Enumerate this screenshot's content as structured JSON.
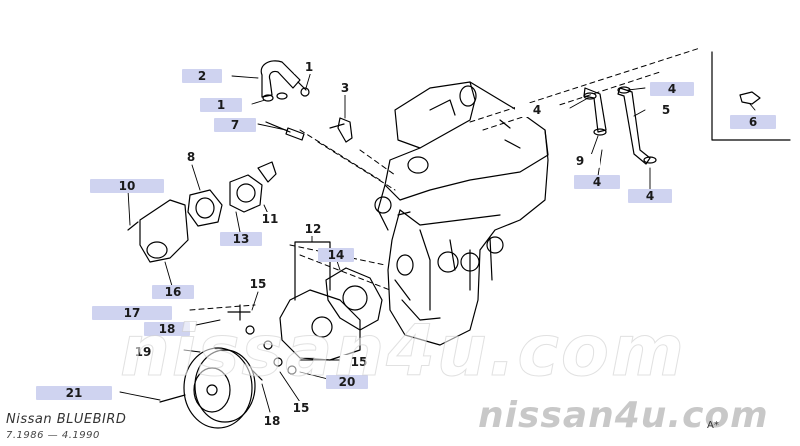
{
  "title": {
    "model": "Nissan BLUEBIRD",
    "years": "7.1986 — 4.1990"
  },
  "watermark": {
    "small": "nissan4u.com",
    "large": "nissan4u.com"
  },
  "code": "A*",
  "colors": {
    "label_bg": "#cfd3f0",
    "line": "#000000",
    "watermark": "#c8c8c8"
  },
  "callouts": [
    {
      "id": "c2",
      "text": "2"
    },
    {
      "id": "c1a",
      "text": "1"
    },
    {
      "id": "c1b",
      "text": "1"
    },
    {
      "id": "c3",
      "text": "3"
    },
    {
      "id": "c7",
      "text": "7"
    },
    {
      "id": "c4a",
      "text": "4"
    },
    {
      "id": "c4b",
      "text": "4"
    },
    {
      "id": "c5",
      "text": "5"
    },
    {
      "id": "c6",
      "text": "6"
    },
    {
      "id": "c9",
      "text": "9"
    },
    {
      "id": "c4c",
      "text": "4"
    },
    {
      "id": "c4d",
      "text": "4"
    },
    {
      "id": "c8",
      "text": "8"
    },
    {
      "id": "c10",
      "text": "10"
    },
    {
      "id": "c11",
      "text": "11"
    },
    {
      "id": "c13",
      "text": "13"
    },
    {
      "id": "c12",
      "text": "12"
    },
    {
      "id": "c14",
      "text": "14"
    },
    {
      "id": "c16",
      "text": "16"
    },
    {
      "id": "c15a",
      "text": "15"
    },
    {
      "id": "c17",
      "text": "17"
    },
    {
      "id": "c18a",
      "text": "18"
    },
    {
      "id": "c19",
      "text": "19"
    },
    {
      "id": "c15b",
      "text": "15"
    },
    {
      "id": "c20",
      "text": "20"
    },
    {
      "id": "c21",
      "text": "21"
    },
    {
      "id": "c15c",
      "text": "15"
    },
    {
      "id": "c18b",
      "text": "18"
    }
  ]
}
